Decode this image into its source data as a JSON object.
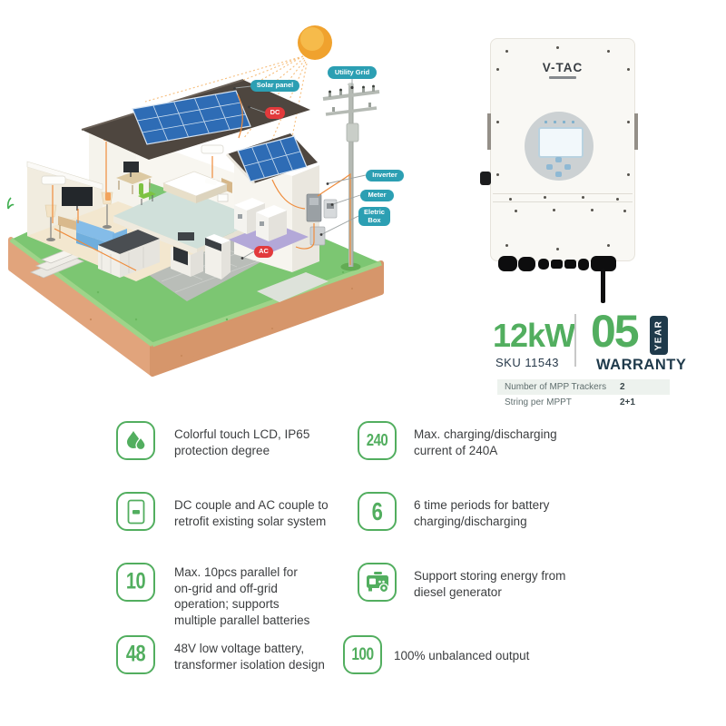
{
  "diagram": {
    "labels": {
      "utility_grid": "Utility Grid",
      "solar_panel": "Solar panel",
      "dc": "DC",
      "inverter": "Inverter",
      "meter": "Meter",
      "eletric_box": "Eletric\nBox",
      "ac": "AC"
    },
    "colors": {
      "label_teal": "#2C9FB3",
      "label_red": "#E23A3C",
      "wire_orange": "#EF8C3C",
      "grass_green": "#7CC672",
      "dirt_tan": "#E1A47C",
      "roof_dark": "#4E463F",
      "panel_blue": "#2E6CB5",
      "sun_orange": "#F2A93B"
    }
  },
  "product": {
    "brand": "V-TAC",
    "power": "12kW",
    "sku": "SKU 11543",
    "warranty_number": "05",
    "warranty_year": "YEAR",
    "warranty_word": "WARRANTY",
    "accent_green": "#52AE5F",
    "navy": "#1F3A4B"
  },
  "specs": {
    "rows": [
      {
        "label": "Number of MPP Trackers",
        "value": "2"
      },
      {
        "label": "String per MPPT",
        "value": "2+1"
      }
    ]
  },
  "features": [
    {
      "icon": "water-drops-icon",
      "badge": "",
      "text": "Colorful touch LCD, IP65\nprotection degree"
    },
    {
      "icon": "number-badge",
      "badge": "240",
      "text": "Max. charging/discharging\ncurrent of 240A"
    },
    {
      "icon": "inverter-device-icon",
      "badge": "",
      "text": "DC couple and AC couple to\nretrofit existing solar system"
    },
    {
      "icon": "number-badge",
      "badge": "6",
      "text": "6 time periods for battery\ncharging/discharging"
    },
    {
      "icon": "number-badge",
      "badge": "10",
      "text": "Max. 10pcs parallel for\non-grid and off-grid\noperation; supports\nmultiple parallel batteries"
    },
    {
      "icon": "generator-icon",
      "badge": "",
      "text": "Support storing energy from\ndiesel generator"
    },
    {
      "icon": "number-badge",
      "badge": "48",
      "text": "48V low voltage battery,\ntransformer isolation design"
    },
    {
      "icon": "number-badge",
      "badge": "100",
      "text": "100% unbalanced output"
    }
  ]
}
